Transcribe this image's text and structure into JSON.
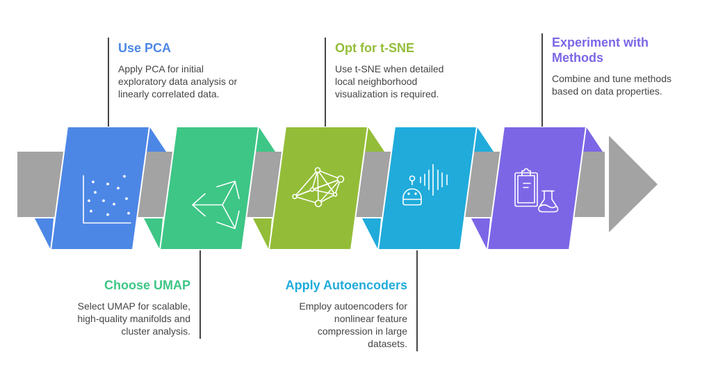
{
  "colors": {
    "band": "#a3a3a3",
    "connector": "#444444",
    "text": "#444444"
  },
  "steps": [
    {
      "title": "Use PCA",
      "description": "Apply PCA for initial exploratory data analysis or linearly correlated data.",
      "lines": [
        "Apply PCA for initial",
        "exploratory data analysis or",
        "linearly correlated data."
      ],
      "color": "#4d87e6",
      "icon": "scatter-plot-icon",
      "position": "top"
    },
    {
      "title": "Choose UMAP",
      "description": "Select UMAP for scalable, high-quality manifolds and cluster analysis.",
      "lines": [
        "Select UMAP for scalable,",
        "high-quality manifolds and",
        "cluster analysis."
      ],
      "color": "#3ec686",
      "icon": "three-d-axes-icon",
      "position": "bottom"
    },
    {
      "title": "Opt for t-SNE",
      "description": "Use t-SNE when detailed local neighborhood visualization is required.",
      "lines": [
        "Use t-SNE when detailed",
        "local neighborhood",
        "visualization is required."
      ],
      "color": "#93bd38",
      "icon": "network-graph-icon",
      "position": "top"
    },
    {
      "title": "Apply Autoencoders",
      "description": "Employ autoencoders for nonlinear feature compression in large datasets.",
      "lines": [
        "Employ autoencoders for",
        "nonlinear feature",
        "compression in large",
        "datasets."
      ],
      "color": "#20abdb",
      "icon": "robot-voice-icon",
      "position": "bottom"
    },
    {
      "title": "Experiment with Methods",
      "title_lines": [
        "Experiment with",
        "Methods"
      ],
      "description": "Combine and tune methods based on data properties.",
      "lines": [
        "Combine and tune methods",
        "based on data properties."
      ],
      "color": "#7c66e6",
      "icon": "clipboard-flask-icon",
      "position": "top"
    }
  ]
}
